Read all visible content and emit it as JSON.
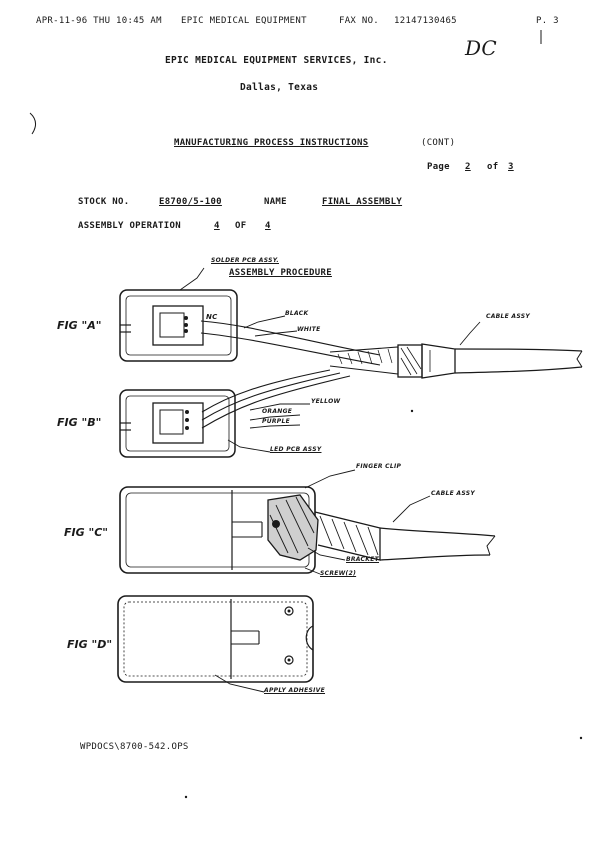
{
  "fax_header": {
    "date_time": "APR-11-96 THU 10:45 AM",
    "company": "EPIC MEDICAL EQUIPMENT",
    "fax_label": "FAX NO.",
    "fax_number": "12147130465",
    "page": "P. 3"
  },
  "handwritten_initials": "DC",
  "letterhead": {
    "company": "EPIC MEDICAL EQUIPMENT SERVICES, Inc.",
    "location": "Dallas, Texas"
  },
  "document": {
    "title": "MANUFACTURING PROCESS INSTRUCTIONS",
    "title_suffix": "(CONT)",
    "page_label": "Page",
    "page_current": "2",
    "page_of": "of",
    "page_total": "3",
    "stock_label": "STOCK NO.",
    "stock_value": "E8700/5-100",
    "name_label": "NAME",
    "name_value": "FINAL ASSEMBLY",
    "operation_label": "ASSEMBLY OPERATION",
    "operation_current": "4",
    "operation_of": "OF",
    "operation_total": "4",
    "procedure_heading": "ASSEMBLY PROCEDURE",
    "footer_path": "WPDOCS\\8700-542.OPS"
  },
  "figures": {
    "fig_a": {
      "label": "FIG \"A\"",
      "callouts": [
        "SOLDER PCB ASSY.",
        "NC",
        "BLACK",
        "WHITE",
        "CABLE ASSY"
      ]
    },
    "fig_b": {
      "label": "FIG \"B\"",
      "callouts": [
        "YELLOW",
        "ORANGE",
        "PURPLE",
        "LED PCB ASSY"
      ]
    },
    "fig_c": {
      "label": "FIG \"C\"",
      "callouts": [
        "FINGER CLIP",
        "CABLE ASSY",
        "BRACKET",
        "SCREW(2)"
      ]
    },
    "fig_d": {
      "label": "FIG \"D\"",
      "callouts": [
        "APPLY ADHESIVE"
      ]
    }
  }
}
